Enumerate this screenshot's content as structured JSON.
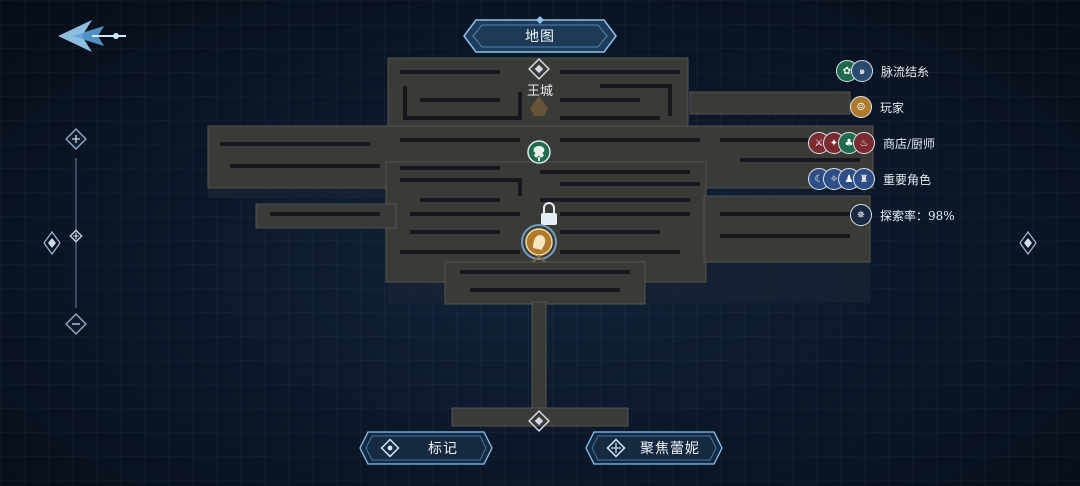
{
  "header": {
    "title": "地图"
  },
  "map": {
    "city_label": "王城"
  },
  "legend": {
    "items": [
      {
        "label": "脉流结糸",
        "icons": [
          "vein-node-icon",
          "swirl-node-icon"
        ],
        "colors": [
          "#1f6b4a",
          "#2a4a6e"
        ]
      },
      {
        "label": "玩家",
        "icons": [
          "player-portrait-icon"
        ],
        "colors": [
          "#b07a2c"
        ]
      },
      {
        "label": "商店/厨师",
        "icons": [
          "shop-icon",
          "merchant-icon",
          "chef-icon",
          "cook-icon"
        ],
        "colors": [
          "#7a2a30",
          "#7a2a30",
          "#1f6b4a",
          "#7a2a30"
        ]
      },
      {
        "label": "重要角色",
        "icons": [
          "npc-a-icon",
          "npc-b-icon",
          "npc-c-icon",
          "npc-d-icon"
        ],
        "colors": [
          "#2e4f86",
          "#2e4f86",
          "#2e4f86",
          "#2e4f86"
        ]
      },
      {
        "label": "探索率：98%",
        "icons": [
          "compass-star-icon"
        ],
        "colors": [
          "#1a2840"
        ]
      }
    ]
  },
  "footer": {
    "mark_label": "标记",
    "focus_label": "聚焦蕾妮"
  },
  "colors": {
    "accent": "#7fb6e6",
    "panel_gold": "#c89a4a",
    "corridor": "#3a3b38"
  }
}
